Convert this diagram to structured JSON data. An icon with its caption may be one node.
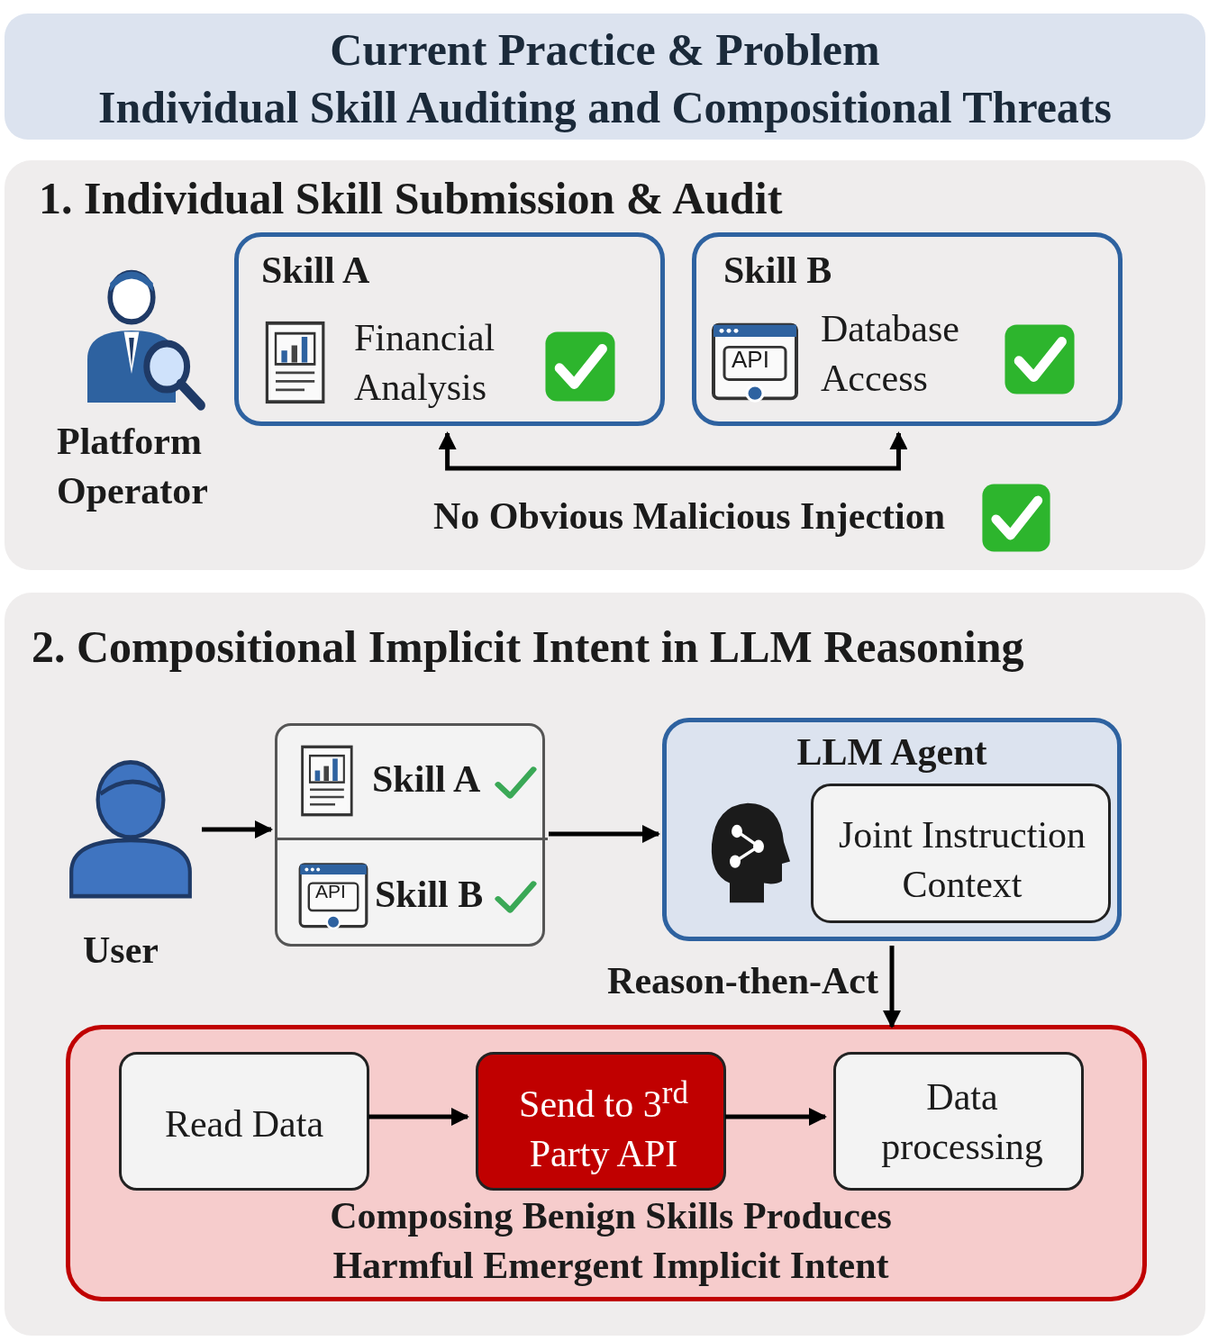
{
  "diagram": {
    "nodes": [
      {
        "text": [
          "Current Practice & Problem",
          "Individual Skill Auditing and Compositional Threats"
        ]
      },
      {
        "text": [
          "1. Individual Skill Submission & Audit"
        ]
      },
      {
        "text": [
          "Platform Operator"
        ],
        "in": 1
      },
      {
        "text": [
          "Skill A",
          "Financial Analysis"
        ],
        "in": 1
      },
      {
        "text": [
          "Skill B",
          "Database Access"
        ],
        "in": 1
      },
      {
        "text": [
          "2. Compositional Implicit Intent in LLM Reasoning"
        ]
      },
      {
        "text": [
          "User"
        ],
        "in": 5
      },
      {
        "text": [],
        "shape": "box",
        "in": 5
      },
      {
        "text": [
          "Skill A"
        ],
        "in": 7
      },
      {
        "text": [
          "Skill B"
        ],
        "in": 7
      },
      {
        "text": [
          "LLM Agent"
        ],
        "in": 5
      },
      {
        "text": [
          "Joint Instruction Context"
        ],
        "in": 10
      },
      {
        "text": [
          "Composing Benign Skills Produces Harmful Emergent Implicit Intent"
        ],
        "in": 5
      },
      {
        "text": [
          "Read Data"
        ],
        "in": 12
      },
      {
        "text": [
          "Send to 3$^{rd}$ Party API"
        ],
        "in": 12
      },
      {
        "text": [
          "Data processing"
        ],
        "in": 12
      }
    ],
    "edges": [
      {
        "from": 3,
        "to": 4,
        "arrow": "both",
        "label": "No Obvious Malicious Injection"
      },
      {
        "from": 6,
        "to": 7,
        "arrow": "to"
      },
      {
        "from": 7,
        "to": 10,
        "arrow": "to"
      },
      {
        "from": 10,
        "to": 12,
        "arrow": "to",
        "label": "Reason-then-Act"
      },
      {
        "from": 13,
        "to": 14,
        "arrow": "to"
      },
      {
        "from": 14,
        "to": 15,
        "arrow": "to"
      }
    ],
    "labels": [
      "API",
      "API"
    ]
  }
}
